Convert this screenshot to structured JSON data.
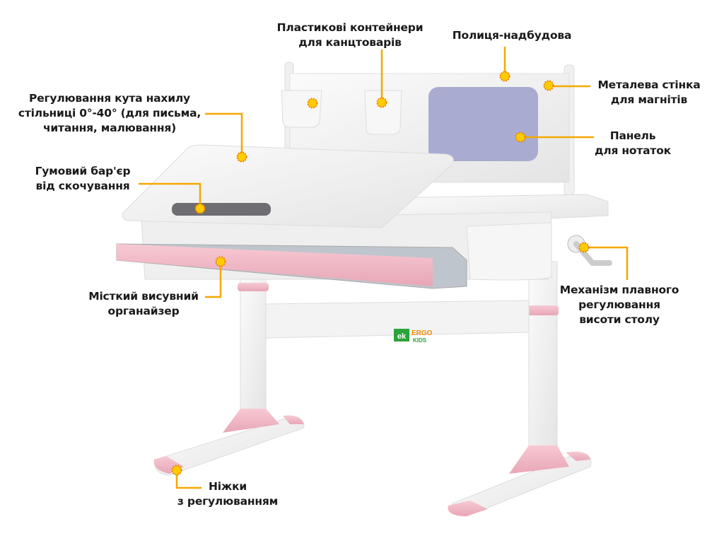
{
  "brand": {
    "logo_mark": "ek",
    "logo_line1": "ERGO",
    "logo_line2": "KIDS",
    "green": "#2aa33a",
    "orange": "#f08c00"
  },
  "accent_color": "#f5a800",
  "callouts": [
    {
      "id": "containers",
      "lines": [
        "Пластикові контейнери",
        "для канцтоварів"
      ]
    },
    {
      "id": "shelf",
      "lines": [
        "Полиця-надбудова"
      ]
    },
    {
      "id": "magnet-wall",
      "lines": [
        "Металева стінка",
        "для магнітів"
      ]
    },
    {
      "id": "notes-panel",
      "lines": [
        "Панель",
        "для нотаток"
      ]
    },
    {
      "id": "tilt",
      "lines": [
        "Регулювання кута нахилу",
        "стільниці 0°-40° (для письма,",
        "читання, малювання)"
      ]
    },
    {
      "id": "barrier",
      "lines": [
        "Гумовий бар'єр",
        "від скочування"
      ]
    },
    {
      "id": "organizer",
      "lines": [
        "Місткий висувний",
        "органайзер"
      ]
    },
    {
      "id": "mechanism",
      "lines": [
        "Механізм плавного",
        "регулювання",
        "висоти столу"
      ]
    },
    {
      "id": "legs",
      "lines": [
        "Ніжки",
        "з регулюванням"
      ]
    }
  ]
}
